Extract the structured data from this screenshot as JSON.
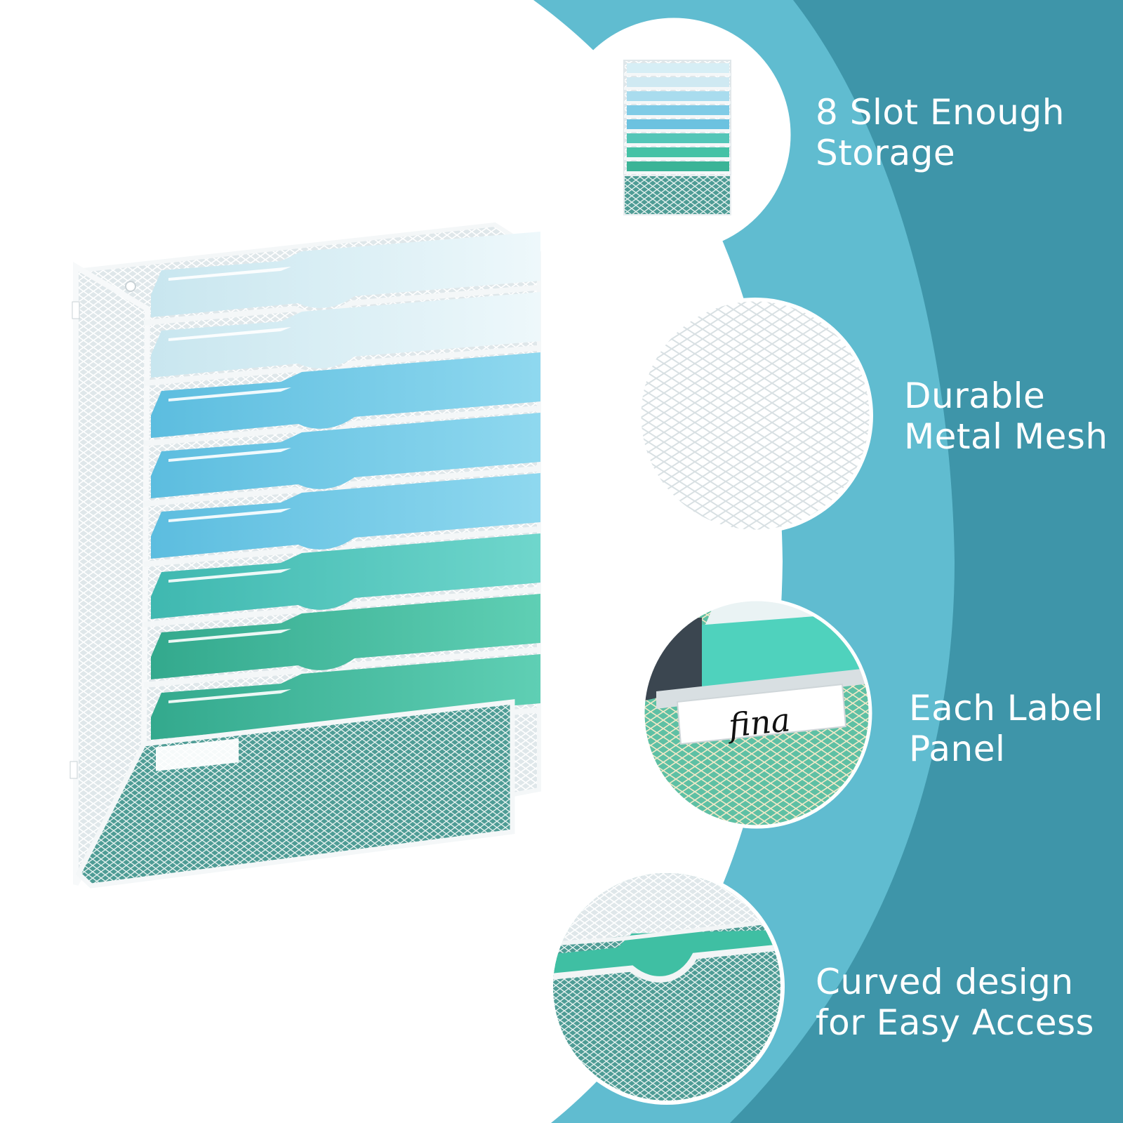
{
  "colors": {
    "band_dark": "#3e95a9",
    "band_light": "#60bcd0",
    "folder_light": "#d7eef5",
    "folder_blue": "#6ec9e6",
    "folder_teal": "#4fcfba",
    "folder_green": "#46b99f",
    "mesh": "#e9eef0",
    "text": "#ffffff"
  },
  "product": {
    "name": "hanging-wall-file-organizer",
    "slot_count": 8
  },
  "features": [
    {
      "icon": "organizer-thumbnail",
      "line1": "8 Slot Enough",
      "line2": "Storage"
    },
    {
      "icon": "metal-mesh-closeup",
      "line1": "Durable",
      "line2": "Metal Mesh"
    },
    {
      "icon": "label-panel-closeup",
      "line1": "Each Label",
      "line2": "Panel",
      "label_text": "fina"
    },
    {
      "icon": "curved-edge-closeup",
      "line1": "Curved design",
      "line2": "for Easy Access"
    }
  ]
}
